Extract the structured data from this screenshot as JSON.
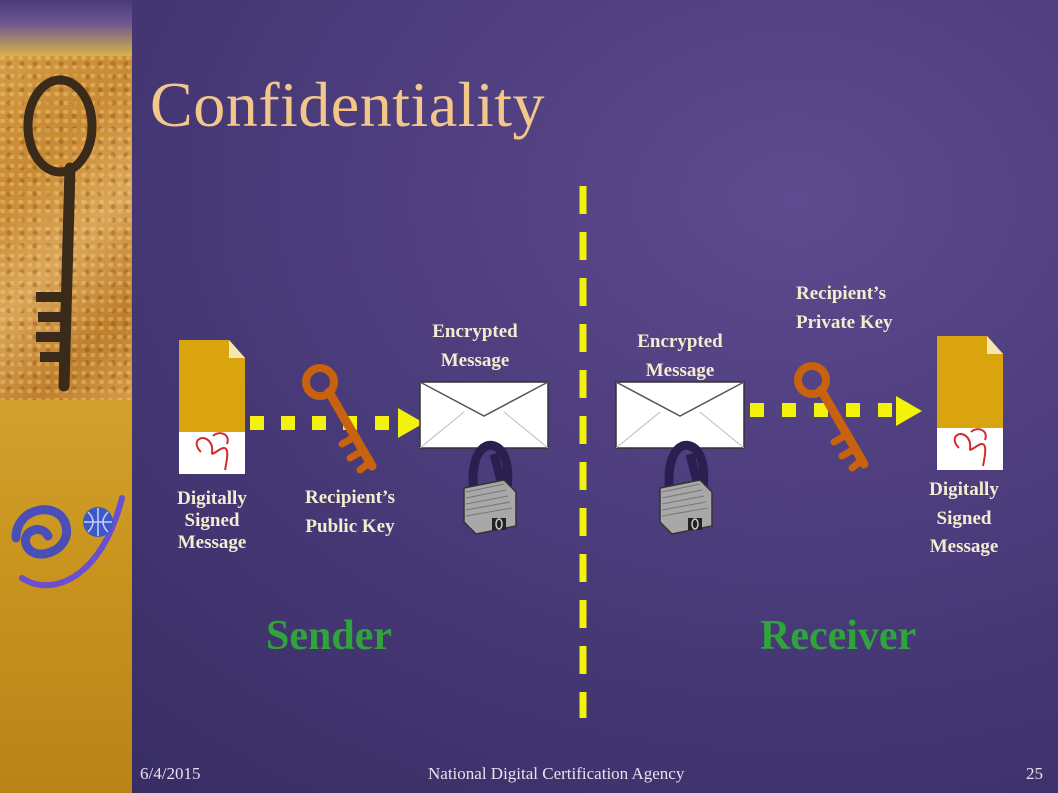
{
  "slide": {
    "title": "Confidentiality",
    "sender_section_label": "Sender",
    "receiver_section_label": "Receiver"
  },
  "sender": {
    "document_label": "Digitally\nSigned\nMessage",
    "key_label": "Recipient’s\nPublic Key",
    "envelope_label": "Encrypted\nMessage"
  },
  "receiver": {
    "envelope_label": "Encrypted\nMessage",
    "key_label": "Recipient’s\nPrivate Key",
    "document_label": "Digitally\nSigned\nMessage"
  },
  "footer": {
    "date": "6/4/2015",
    "organization": "National Digital Certification Agency",
    "page_number": "25"
  },
  "icons": {
    "key": "key-icon",
    "document": "document-icon",
    "envelope": "envelope-icon",
    "padlock": "padlock-icon",
    "logo": "ndca-logo"
  },
  "colors": {
    "background": "#4a3b7a",
    "title": "#f3c78a",
    "labels": "#f4ecd0",
    "section_labels": "#2ea43a",
    "arrows": "#f2f20a",
    "key": "#c8620e",
    "document_fold": "#d9a40e"
  }
}
